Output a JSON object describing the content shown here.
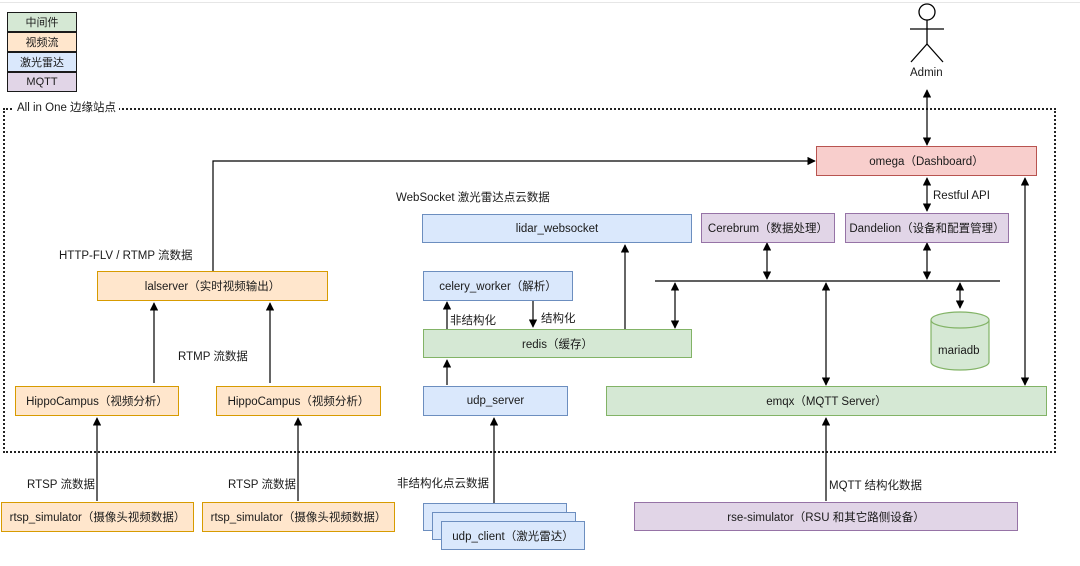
{
  "legend": {
    "middleware": "中间件",
    "video": "视频流",
    "lidar": "激光雷达",
    "mqtt": "MQTT"
  },
  "colors": {
    "middleware": "#d5e8d4",
    "video": "#ffe6cc",
    "lidar": "#dae8fc",
    "mqtt": "#e1d5e7",
    "dashboard": "#f8cecc"
  },
  "actor": {
    "icon": "person-icon",
    "label": "Admin"
  },
  "region": {
    "title": "All in One 边缘站点"
  },
  "nodes": {
    "omega": "omega（Dashboard）",
    "lidar_websocket": "lidar_websocket",
    "cerebrum": "Cerebrum（数据处理）",
    "dandelion": "Dandelion（设备和配置管理）",
    "lalserver": "lalserver（实时视频输出）",
    "celery_worker": "celery_worker（解析）",
    "redis": "redis（缓存）",
    "mariadb": "mariadb",
    "hippo1": "HippoCampus（视频分析）",
    "hippo2": "HippoCampus（视频分析）",
    "udp_server": "udp_server",
    "emqx": "emqx（MQTT Server）",
    "rtsp1": "rtsp_simulator（摄像头视频数据）",
    "rtsp2": "rtsp_simulator（摄像头视频数据）",
    "udp_client": "udp_client（激光雷达）",
    "rse": "rse-simulator（RSU 和其它路侧设备）"
  },
  "edges": {
    "websocket": "WebSocket 激光雷达点云数据",
    "restful": "Restful API",
    "http_flv": "HTTP-FLV / RTMP 流数据",
    "rtmp": "RTMP 流数据",
    "unstructured": "非结构化",
    "structured": "结构化",
    "rtsp1": "RTSP 流数据",
    "rtsp2": "RTSP 流数据",
    "pointcloud": "非结构化点云数据",
    "mqtt_structured": "MQTT 结构化数据"
  }
}
